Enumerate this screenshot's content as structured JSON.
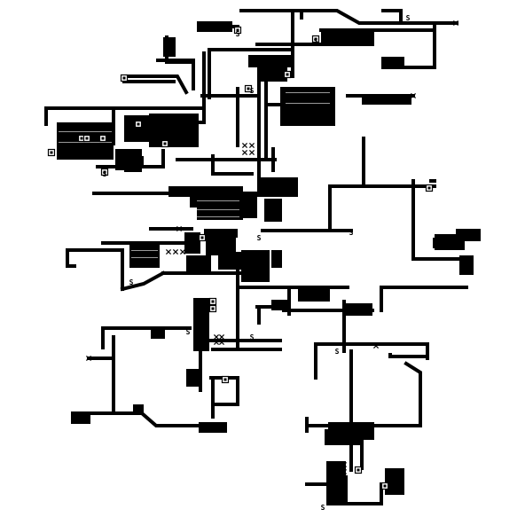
{
  "map": {
    "background_color": "#ffffff",
    "ink_color": "#000000",
    "legend": {
      "stairs_symbol": "S",
      "door_symbol": "box",
      "trap_symbol": "x"
    }
  }
}
